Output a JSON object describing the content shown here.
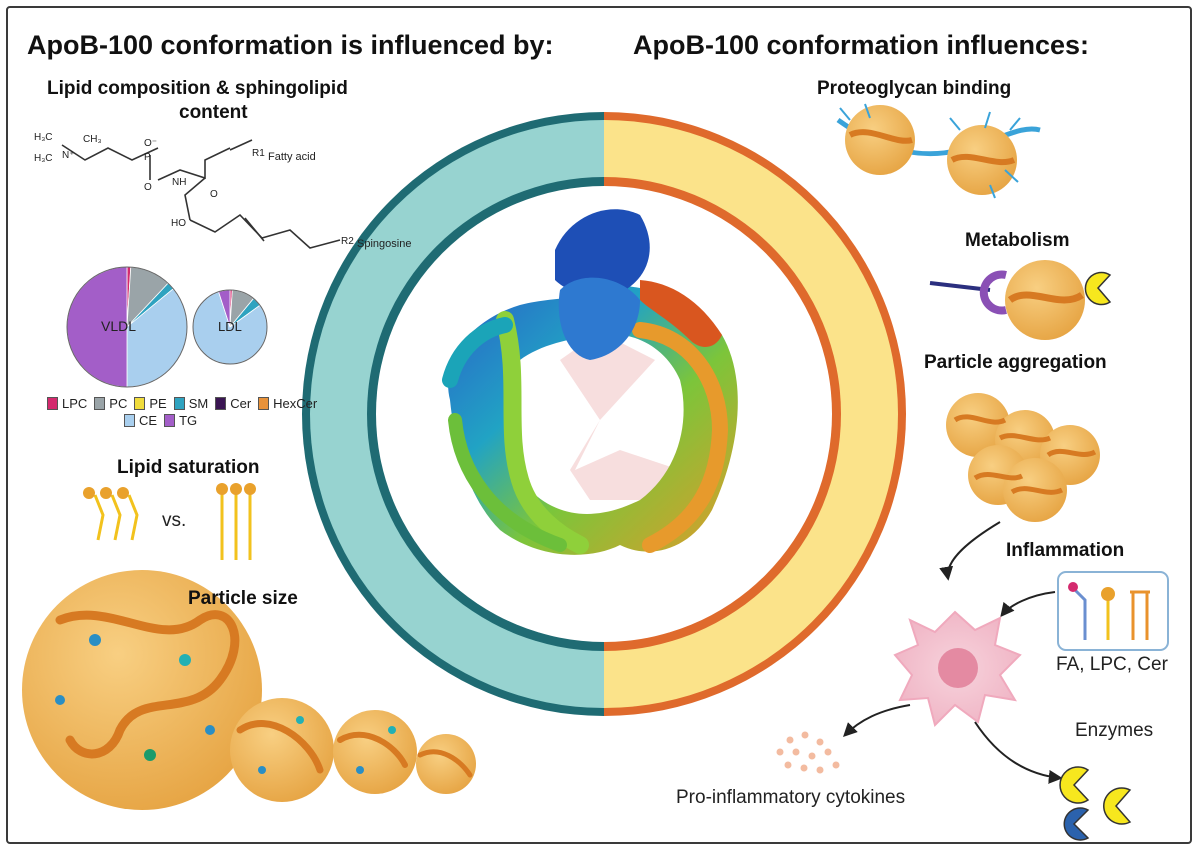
{
  "headings": {
    "left": "ApoB-100 conformation is influenced by:",
    "right": "ApoB-100 conformation influences:"
  },
  "left_panel": {
    "lipid_composition": {
      "line1": "Lipid composition & sphingolipid",
      "line2": "content"
    },
    "chem_labels": {
      "fatty_acid": "Fatty acid",
      "spingosine": "Spingosine",
      "nh": "NH",
      "ho": "HO",
      "r1": "R1",
      "r2": "R2",
      "o_minus": "O⁻",
      "o1": "O",
      "o2": "O",
      "p": "P",
      "n_plus": "N⁺",
      "h3c1": "H₃C",
      "h3c2": "H₃C",
      "ch3": "CH₃"
    },
    "pies": [
      {
        "label": "VLDL",
        "slices": [
          {
            "key": "LPC",
            "value": 1
          },
          {
            "key": "PC",
            "value": 11
          },
          {
            "key": "SM",
            "value": 2
          },
          {
            "key": "CE",
            "value": 36
          },
          {
            "key": "TG",
            "value": 50
          }
        ]
      },
      {
        "label": "LDL",
        "slices": [
          {
            "key": "LPC",
            "value": 1
          },
          {
            "key": "PC",
            "value": 10
          },
          {
            "key": "SM",
            "value": 4
          },
          {
            "key": "CE",
            "value": 80
          },
          {
            "key": "TG",
            "value": 5
          }
        ]
      }
    ],
    "legend": [
      {
        "key": "LPC",
        "label": "LPC",
        "color": "#d42a6e"
      },
      {
        "key": "PC",
        "label": "PC",
        "color": "#9aa4a8"
      },
      {
        "key": "PE",
        "label": "PE",
        "color": "#f0dc3c"
      },
      {
        "key": "SM",
        "label": "SM",
        "color": "#2fa3c0"
      },
      {
        "key": "Cer",
        "label": "Cer",
        "color": "#3a1552"
      },
      {
        "key": "HexCer",
        "label": "HexCer",
        "color": "#e8923a"
      },
      {
        "key": "CE",
        "label": "CE",
        "color": "#a9cfee"
      },
      {
        "key": "TG",
        "label": "TG",
        "color": "#a35ec8"
      }
    ],
    "lipid_saturation": "Lipid saturation",
    "vs": "vs.",
    "particle_size": "Particle size"
  },
  "right_panel": {
    "proteoglycan": "Proteoglycan binding",
    "metabolism": "Metabolism",
    "aggregation": "Particle aggregation",
    "inflammation": "Inflammation",
    "fa_lpc_cer": "FA, LPC, Cer",
    "enzymes": "Enzymes",
    "cytokines": "Pro-inflammatory cytokines"
  },
  "colors": {
    "teal_dark": "#1f6b73",
    "teal_light": "#97d3d0",
    "orange_ring": "#df6a2c",
    "yellow_fill": "#fbe38a",
    "particle": "#f1b35a",
    "particle_band": "#d77a22",
    "pacman": "#f7e71e",
    "pacman_blue": "#2b62ad"
  }
}
